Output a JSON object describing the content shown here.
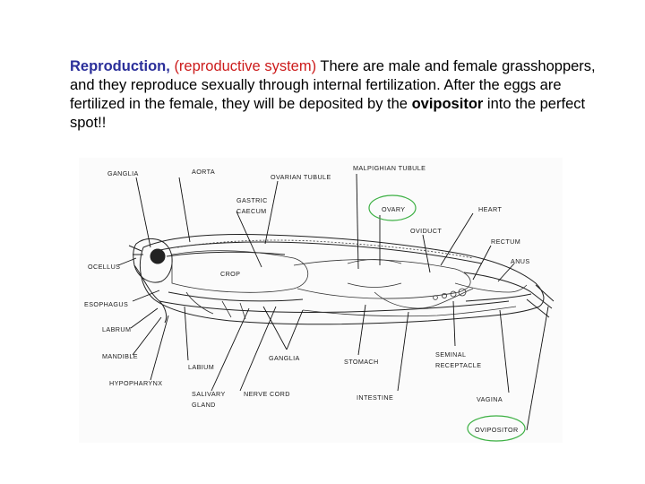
{
  "slide": {
    "title_term": "Reproduction",
    "title_comma": ",",
    "subtitle_term": "(reproductive system)",
    "body_part1": "There are male and female grasshoppers, and they reproduce sexually through internal fertilization. After the eggs are fertilized in the female, they will be deposited by the",
    "body_bold": "ovipositor",
    "body_part2": "into the perfect spot!!"
  },
  "colors": {
    "title_blue": "#2b2f9a",
    "subtitle_red": "#cc1b1b",
    "highlight_green": "#3cb043"
  },
  "diagram": {
    "labels": {
      "ganglia_top": "GANGLIA",
      "aorta": "AORTA",
      "ovarian_tubule": "OVARIAN TUBULE",
      "malpighian_tubule": "MALPIGHIAN TUBULE",
      "ovary": "OVARY",
      "heart": "HEART",
      "gastric_caecum_1": "GASTRIC",
      "gastric_caecum_2": "CAECUM",
      "oviduct": "OVIDUCT",
      "rectum": "RECTUM",
      "anus": "ANUS",
      "ocellus": "OCELLUS",
      "crop": "CROP",
      "esophagus": "ESOPHAGUS",
      "labrum": "LABRUM",
      "mandible": "MANDIBLE",
      "hypopharynx": "HYPOPHARYNX",
      "labium": "LABIUM",
      "ganglia_bottom": "GANGLIA",
      "stomach": "STOMACH",
      "seminal_receptacle_1": "SEMINAL",
      "seminal_receptacle_2": "RECEPTACLE",
      "salivary_gland_1": "SALIVARY",
      "salivary_gland_2": "GLAND",
      "nerve_cord": "NERVE CORD",
      "intestine": "INTESTINE",
      "vagina": "VAGINA",
      "ovipositor": "OVIPOSITOR"
    }
  }
}
